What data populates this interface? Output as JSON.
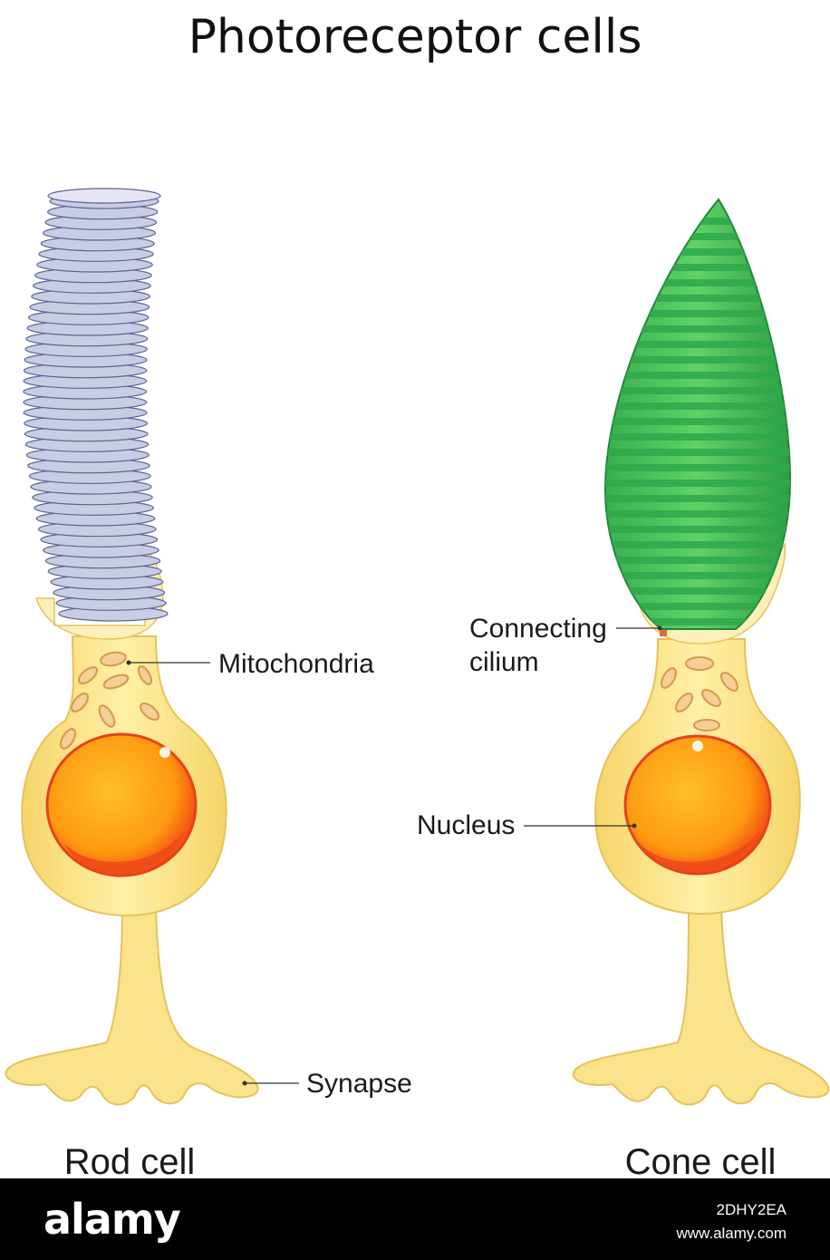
{
  "title": "Photoreceptor cells",
  "labels": {
    "mitochondria": "Mitochondria",
    "connecting": "Connecting",
    "cilium": "cilium",
    "nucleus": "Nucleus",
    "synapse": "Synapse"
  },
  "cells": {
    "rod": "Rod cell",
    "cone": "Cone cell"
  },
  "watermark": {
    "brand": "alamy",
    "image_id": "2DHY2EA",
    "site": "www.alamy.com"
  },
  "colors": {
    "rod_disc_fill": "#c9cde3",
    "rod_disc_stroke": "#5d6597",
    "cone_dark": "#2ea84a",
    "cone_light": "#7de07d",
    "cell_body": "#fbe48a",
    "cell_body_edge": "#e7c25a",
    "nucleus_inner": "#ffb21c",
    "nucleus_outer": "#f03c14",
    "mito_fill": "#f7cf96",
    "mito_stroke": "#d6974d"
  }
}
